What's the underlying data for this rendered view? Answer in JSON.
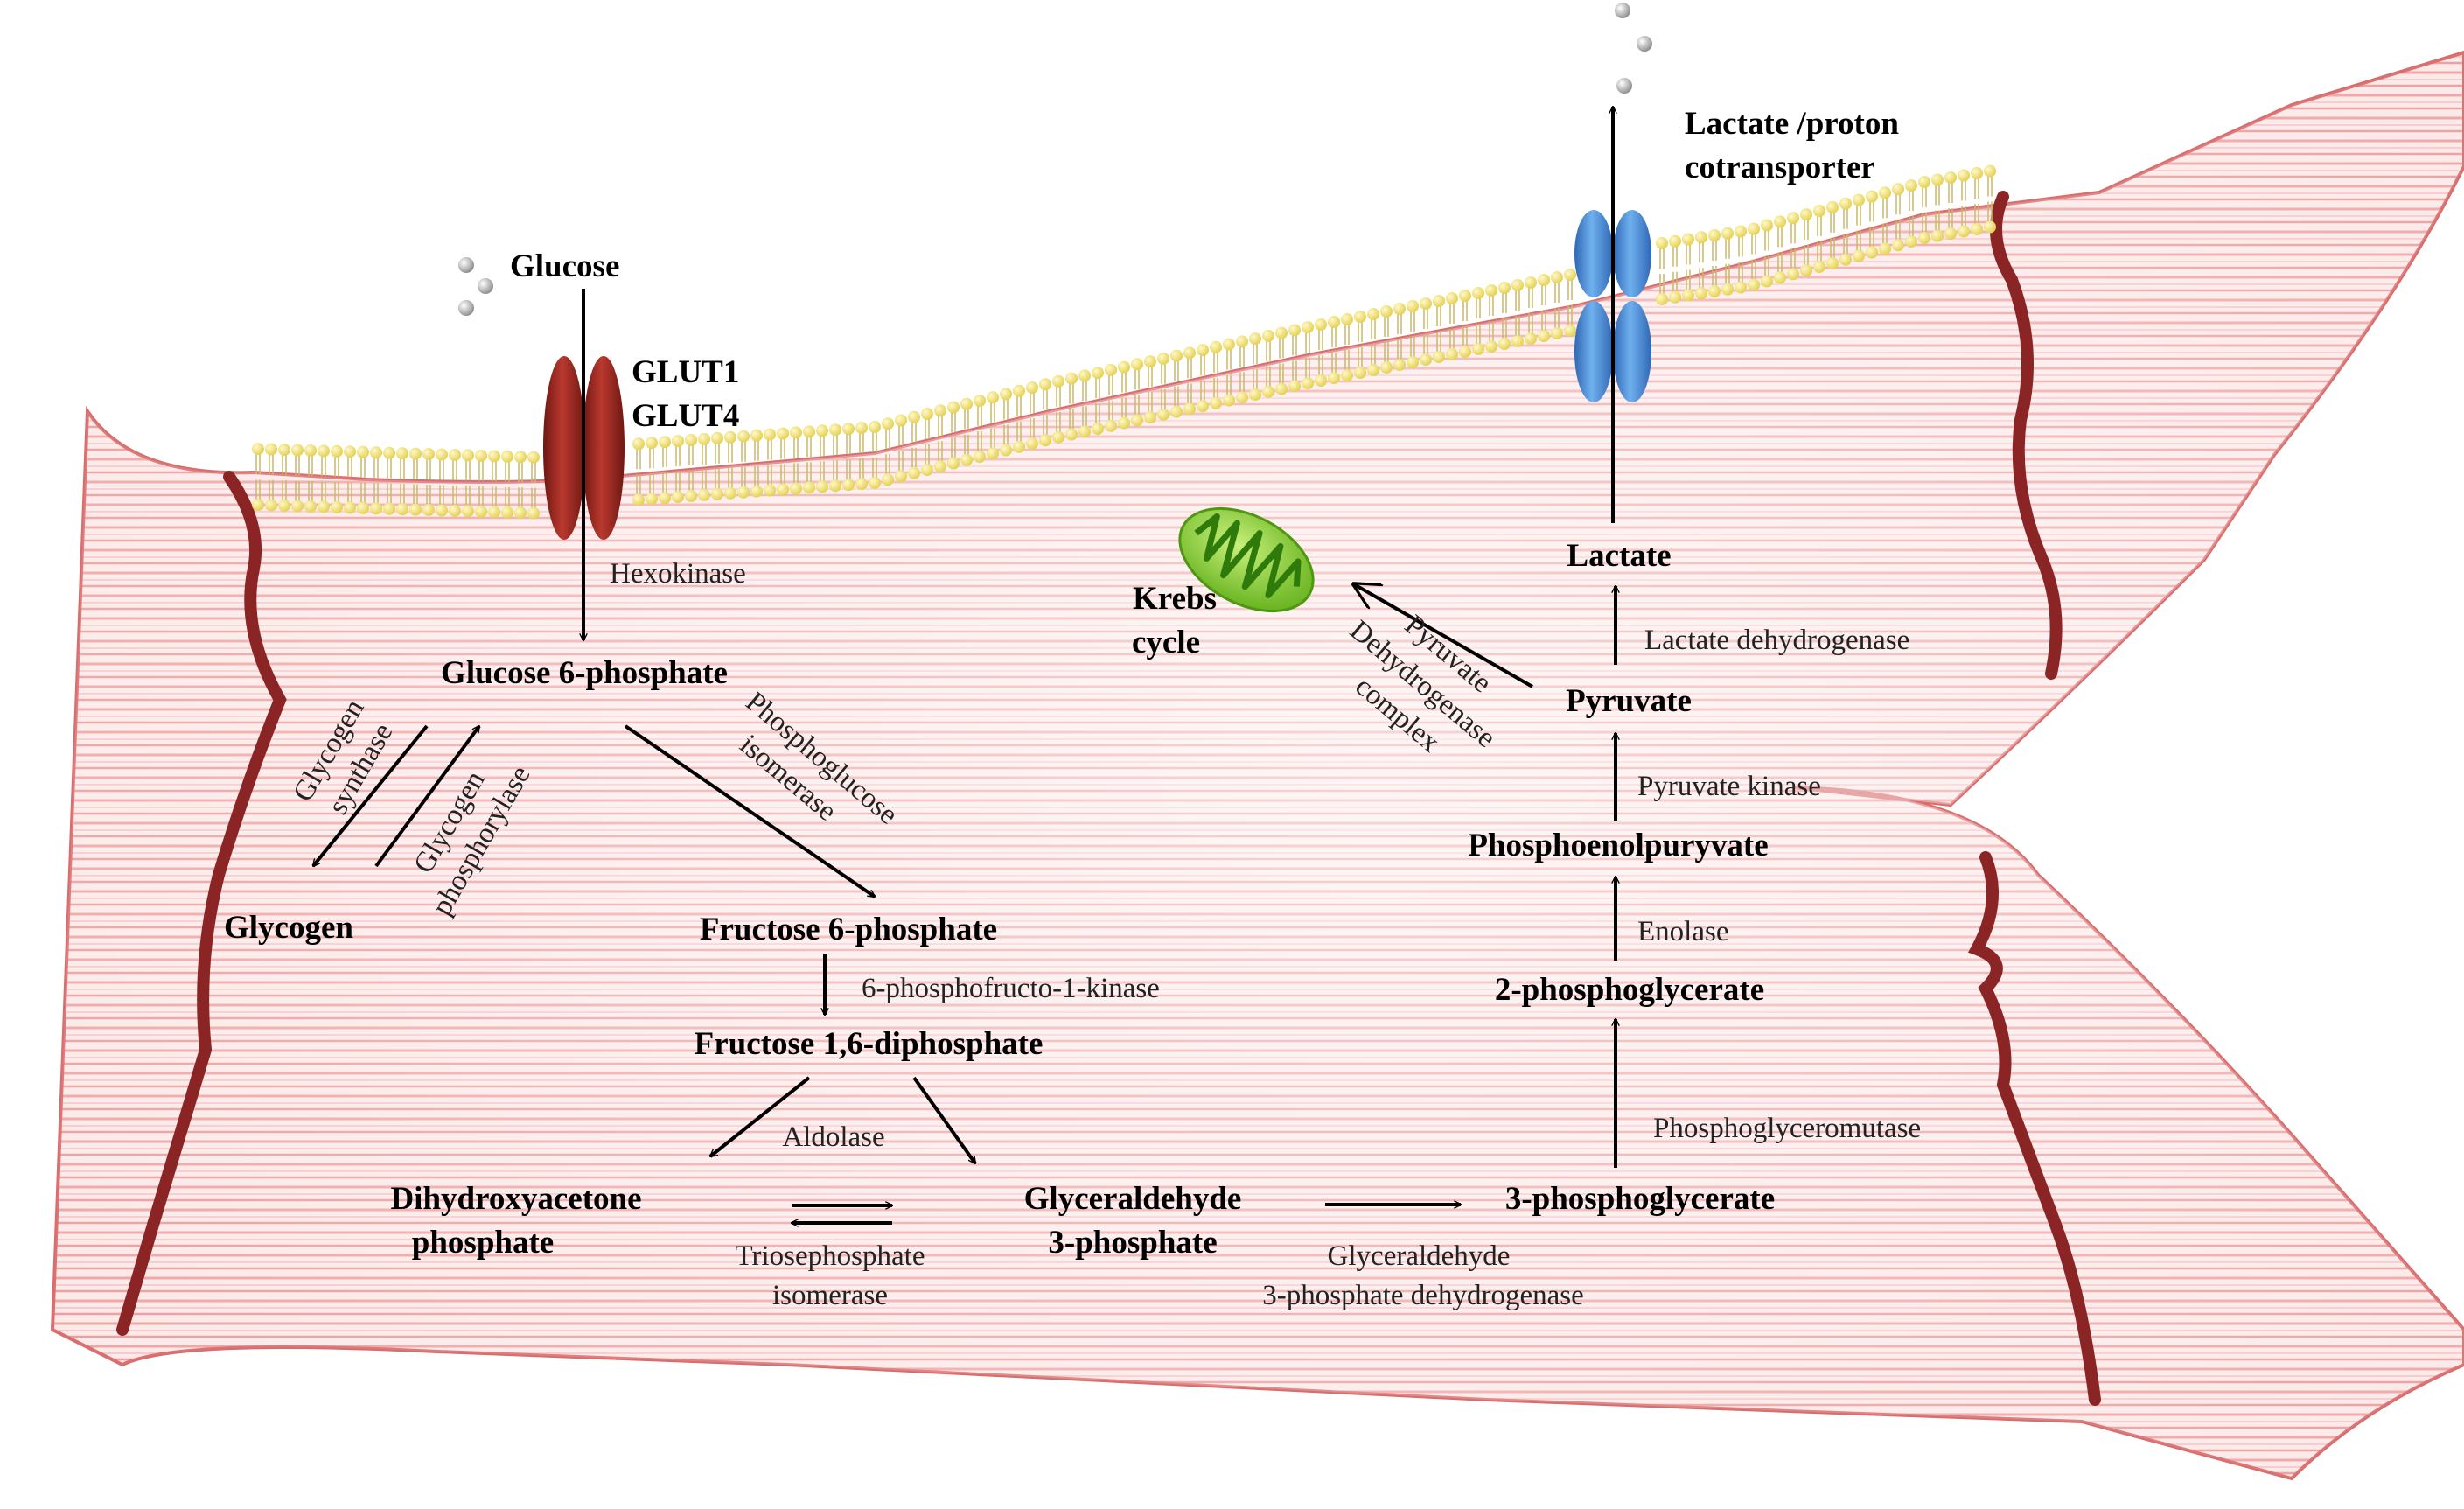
{
  "colors": {
    "cell_fill": "#f9e3e3",
    "cell_border": "#d96d6d",
    "z_line": "#8b2525",
    "striation": "#f2a9a9",
    "lipid_head": "#f3e47a",
    "glut": "#9e2a22",
    "mct": "#4f8ed9",
    "mitochondrion": "#7bcf2b"
  },
  "transporters": {
    "glucose": "Glucose",
    "glut1": "GLUT1",
    "glut4": "GLUT4",
    "lactate_transporter_line1": "Lactate /proton",
    "lactate_transporter_line2": "cotransporter"
  },
  "metabolites": {
    "glucose6p": "Glucose 6-phosphate",
    "glycogen": "Glycogen",
    "fructose6p": "Fructose 6-phosphate",
    "fructose16dp": "Fructose 1,6-diphosphate",
    "dhap_line1": "Dihydroxyacetone",
    "dhap_line2": "phosphate",
    "g3p_line1": "Glyceraldehyde",
    "g3p_line2": "3-phosphate",
    "pg3": "3-phosphoglycerate",
    "pg2": "2-phosphoglycerate",
    "pep": "Phosphoenolpuryvate",
    "pyruvate": "Pyruvate",
    "lactate": "Lactate",
    "krebs_line1": "Krebs",
    "krebs_line2": "cycle"
  },
  "enzymes": {
    "hexokinase": "Hexokinase",
    "glycogen_synthase_line1": "Glycogen",
    "glycogen_synthase_line2": "synthase",
    "glycogen_phosphorylase_line1": "Glycogen",
    "glycogen_phosphorylase_line2": "phosphorylase",
    "pgi_line1": "Phosphoglucose",
    "pgi_line2": "isomerase",
    "pfk": "6-phosphofructo-1-kinase",
    "aldolase": "Aldolase",
    "tpi_line1": "Triosephosphate",
    "tpi_line2": "isomerase",
    "gapdh_line1": "Glyceraldehyde",
    "gapdh_line2": "3-phosphate dehydrogenase",
    "pgm": "Phosphoglyceromutase",
    "enolase": "Enolase",
    "pyruvate_kinase": "Pyruvate kinase",
    "ldh": "Lactate dehydrogenase",
    "pdh_line1": "Pyruvate",
    "pdh_line2": "Dehydrogenase",
    "pdh_line3": "complex"
  }
}
